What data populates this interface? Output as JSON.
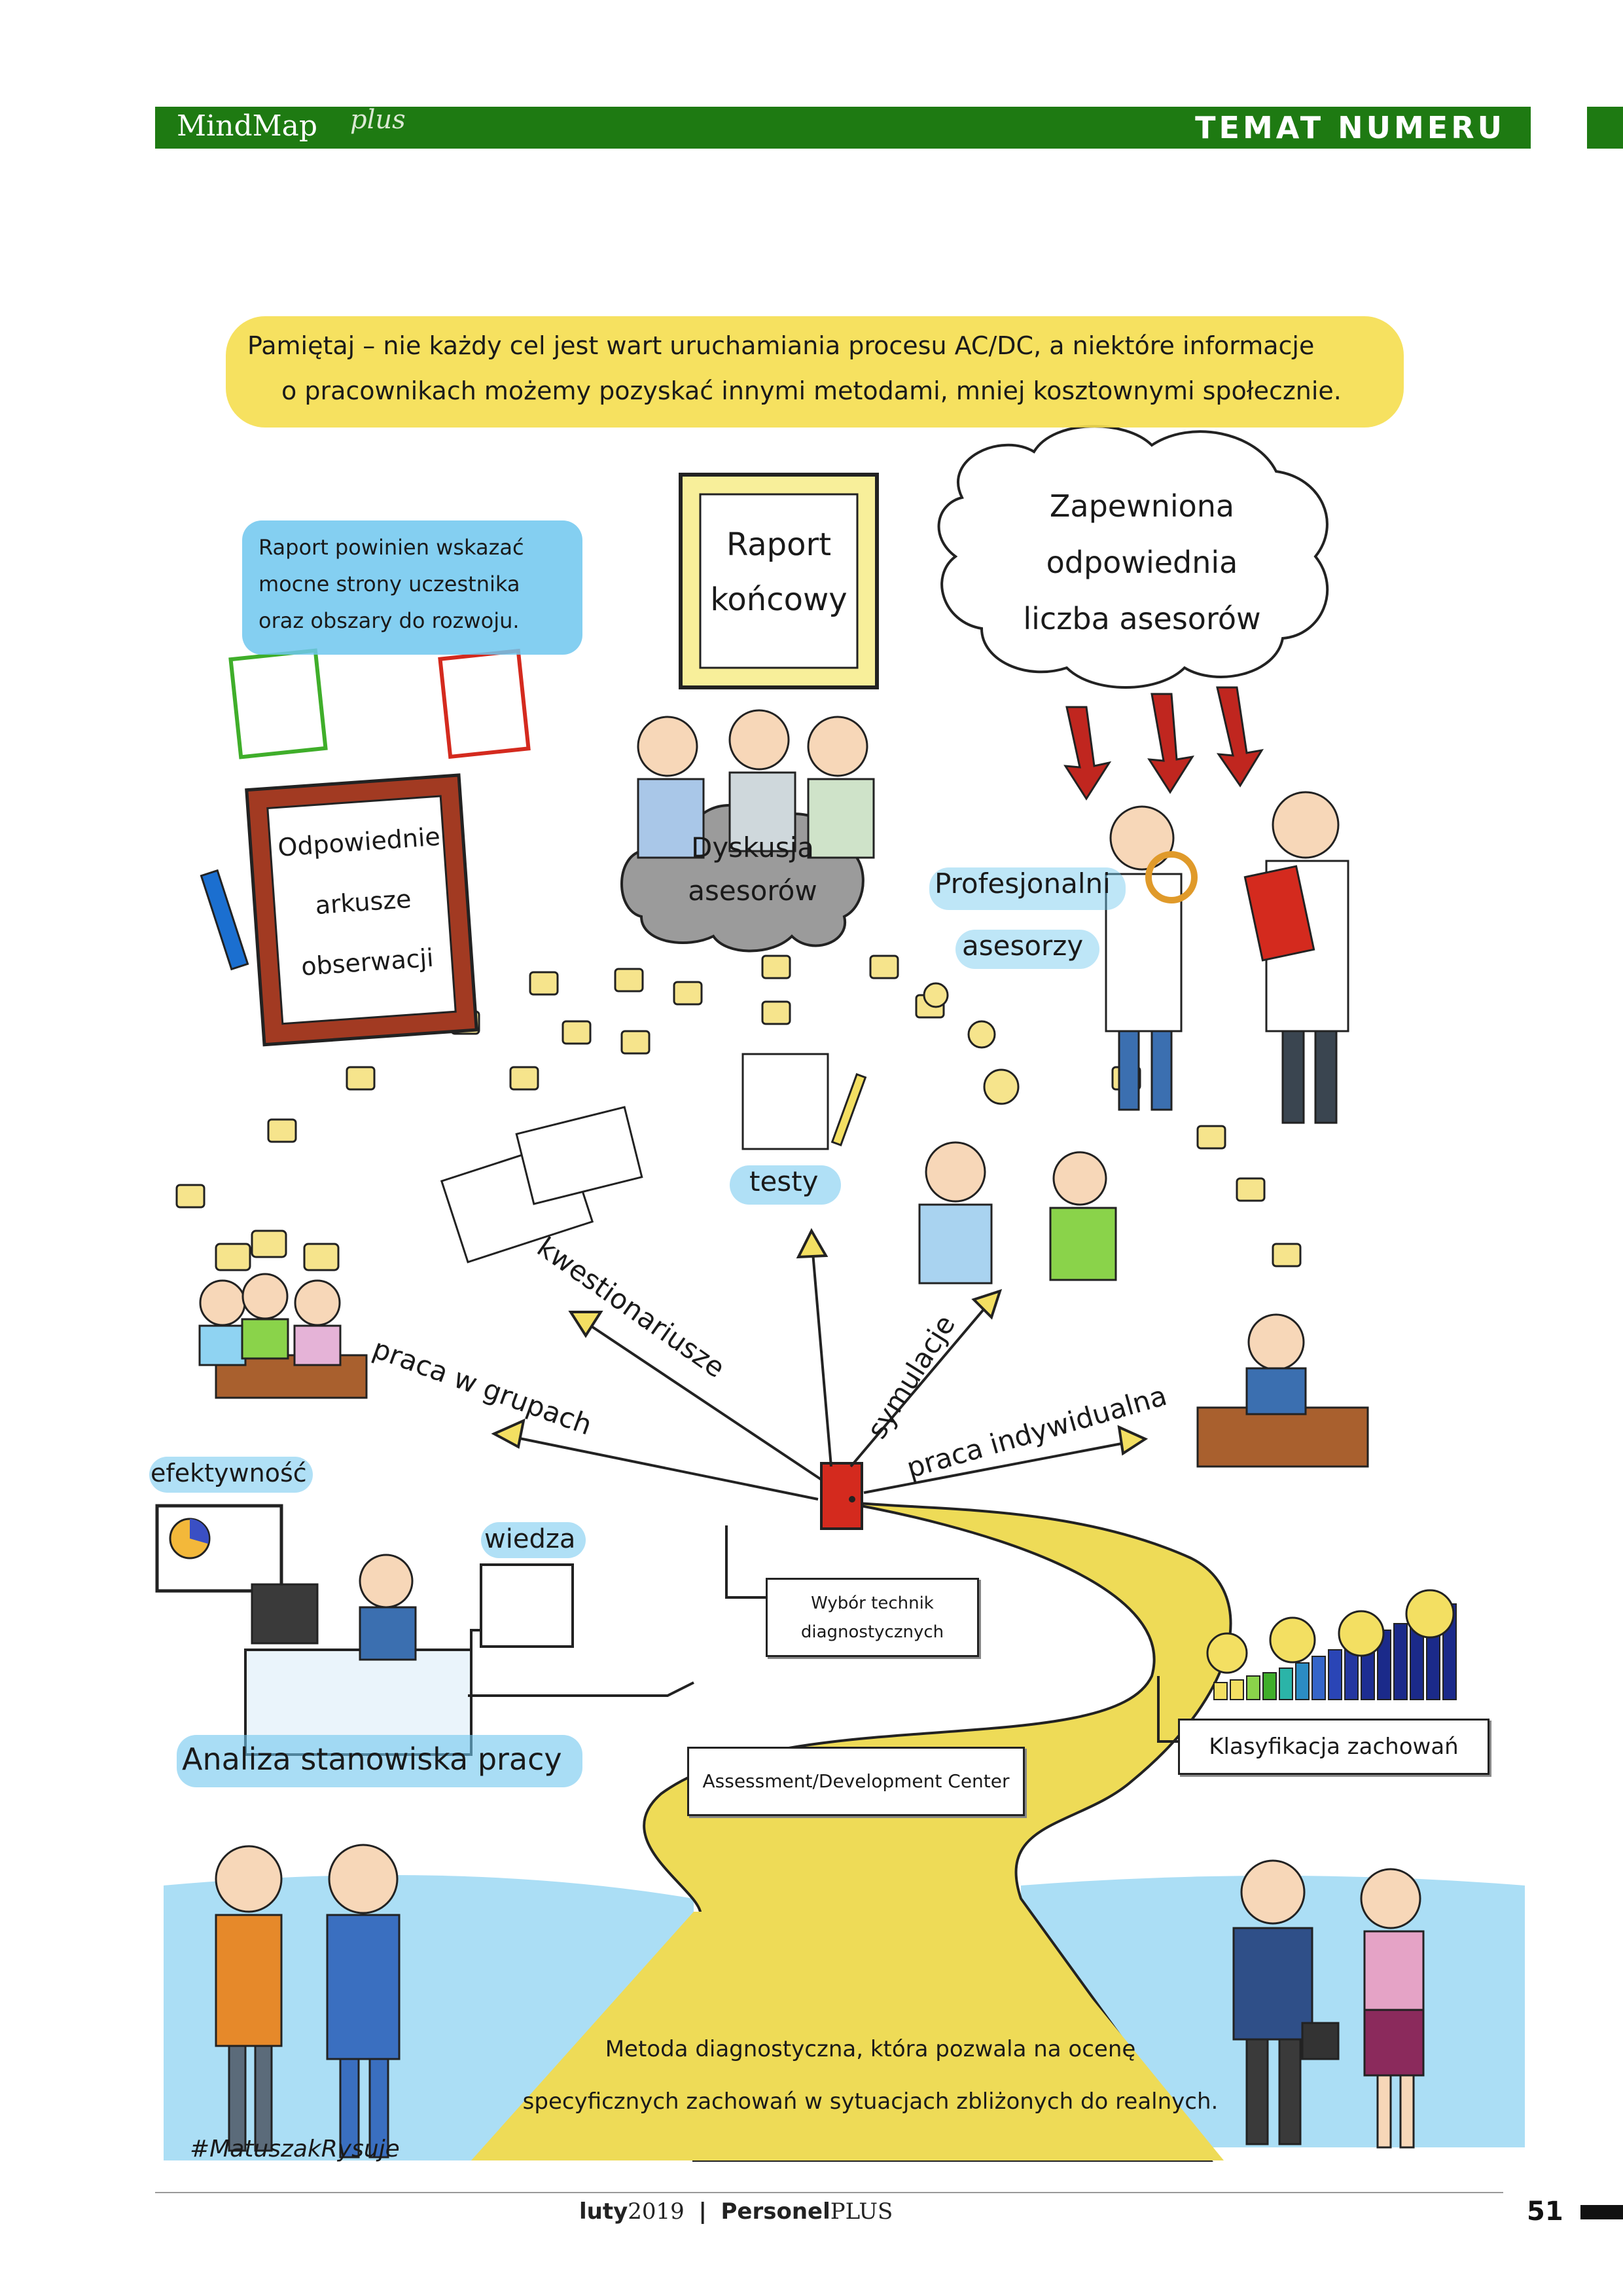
{
  "header": {
    "brand": "MindMap",
    "brand_suffix": "plus",
    "section": "TEMAT NUMERU"
  },
  "top_note": {
    "line1": "Pamiętaj – nie każdy cel jest wart uruchamiania procesu AC/DC, a niektóre informacje",
    "line2": "o pracownikach możemy pozyskać innymi metodami, mniej kosztownymi społecznie."
  },
  "report_note": {
    "line1": "Raport powinien wskazać",
    "line2": "mocne strony uczestnika",
    "line3": "oraz obszary do rozwoju."
  },
  "report_frame": {
    "line1": "Raport",
    "line2": "końcowy"
  },
  "assessors_cloud": {
    "line1": "Zapewniona",
    "line2": "odpowiednia",
    "line3": "liczba asesorów"
  },
  "clipboard": {
    "line1": "Odpowiednie",
    "line2": "arkusze",
    "line3": "obserwacji"
  },
  "discussion": {
    "line1": "Dyskusja",
    "line2": "asesorów"
  },
  "professional": {
    "line1": "Profesjonalni",
    "line2": "asesorzy"
  },
  "techniques": {
    "tests": "testy",
    "questionnaires": "kwestionariusze",
    "simulations": "symulacje",
    "group_work": "praca w grupach",
    "individual_work": "praca indywidualna"
  },
  "labels": {
    "effectiveness": "efektywność",
    "knowledge": "wiedza",
    "job_analysis": "Analiza stanowiska pracy",
    "technique_choice_line1": "Wybór technik",
    "technique_choice_line2": "diagnostycznych",
    "behavior_class": "Klasyfikacja zachowań",
    "center_sign": "Assessment/Development Center"
  },
  "definition": {
    "line1": "Metoda diagnostyczna, która pozwala na ocenę",
    "line2": "specyficznych zachowań w sytuacjach zbliżonych do realnych."
  },
  "signature": "#MatuszakRysuje",
  "footer": {
    "month": "luty",
    "year": "2019",
    "magazine_a": "Personel",
    "magazine_b": "PLUS",
    "page": "51"
  },
  "colors": {
    "brand_green": "#1e7a12",
    "highlight_yellow": "#f5de4f",
    "highlight_blue": "#6fc7ee",
    "road_yellow": "#eedb57",
    "arrow_red": "#c0261f"
  }
}
